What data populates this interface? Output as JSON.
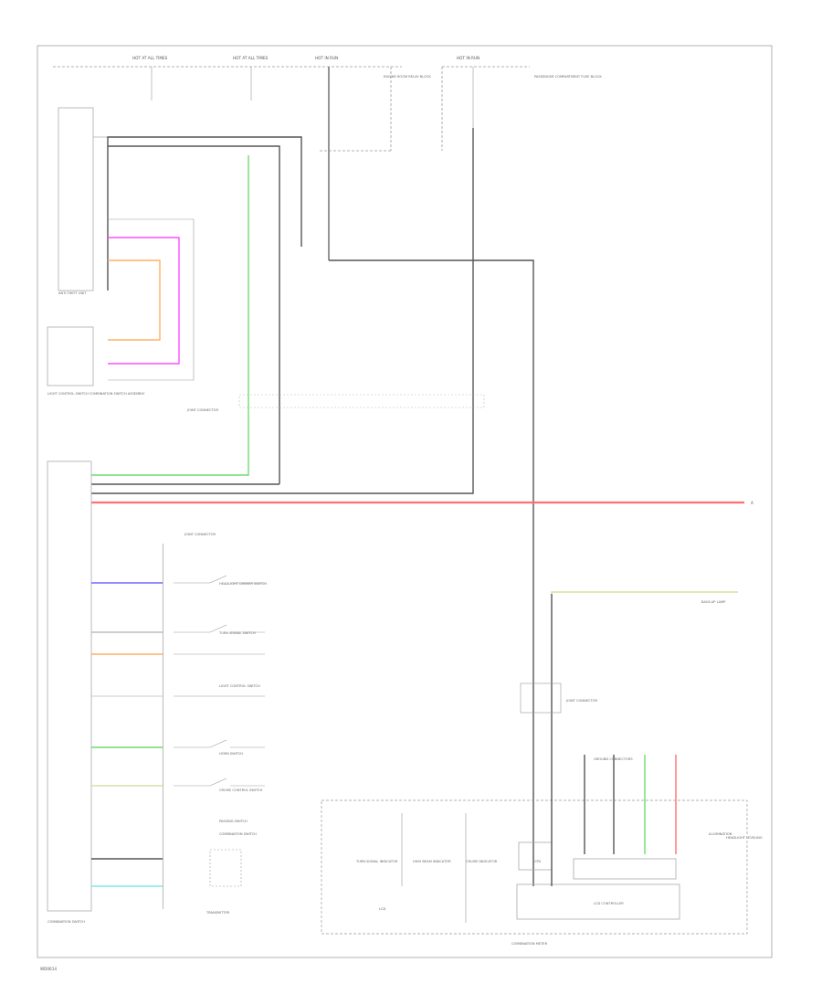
{
  "footer": {
    "page_code": "WD0614"
  },
  "colors": {
    "ground": "#2c2c2c",
    "green": "#6fdc6f",
    "magenta": "#ff4dff",
    "orange": "#ffb066",
    "red": "#ff7070",
    "blue": "#6a6aff",
    "yellow_green": "#d8e0a0",
    "cyan": "#7fe8e8",
    "gray": "#bdbdbd"
  },
  "labels": {
    "top_fuse_1": "HOT AT ALL TIMES",
    "top_fuse_2": "HOT AT ALL TIMES",
    "top_fuse_3": "HOT IN RUN",
    "top_fuse_4": "HOT IN RUN",
    "relay_box_note": "ENGINE ROOM RELAY BLOCK",
    "fuse_box_note": "PASSENGER COMPARTMENT FUSE BLOCK",
    "unit_left_top": "ANTI-THEFT UNIT",
    "module_mid_left": "LIGHT CONTROL SWITCH COMBINATION SWITCH ASSEMBLY",
    "junction_1": "JOINT CONNECTOR",
    "junction_2": "JOINT CONNECTOR",
    "right_red_arrow": "A",
    "combination_switch": "COMBINATION SWITCH",
    "switch_1": "HEADLIGHT DIMMER SWITCH",
    "switch_2": "TURN SIGNAL SWITCH",
    "switch_3": "LIGHT CONTROL SWITCH",
    "switch_4": "HORN SWITCH",
    "switch_5": "CRUISE CONTROL SWITCH",
    "switch_6": "PASSING SWITCH",
    "transmitter_label": "TRANSMITTER",
    "lamp_note": "BACK-UP LAMP",
    "instrument_cluster": "COMBINATION METER",
    "meter_item_1": "TURN SIGNAL INDICATOR",
    "meter_item_2": "HIGH BEAM INDICATOR",
    "meter_item_3": "CRUISE INDICATOR",
    "meter_item_4": "LCD",
    "meter_item_5": "CPU",
    "meter_item_6": "ILLUMINATION",
    "meter_bottom": "LCD CONTROLLER",
    "jc_right": "JOINT CONNECTOR",
    "hdu_label": "HEADLIGHT LEVELING",
    "connector_group": "GROUND CONNECTORS",
    "sw_foot": "COMBINATION SWITCH"
  }
}
